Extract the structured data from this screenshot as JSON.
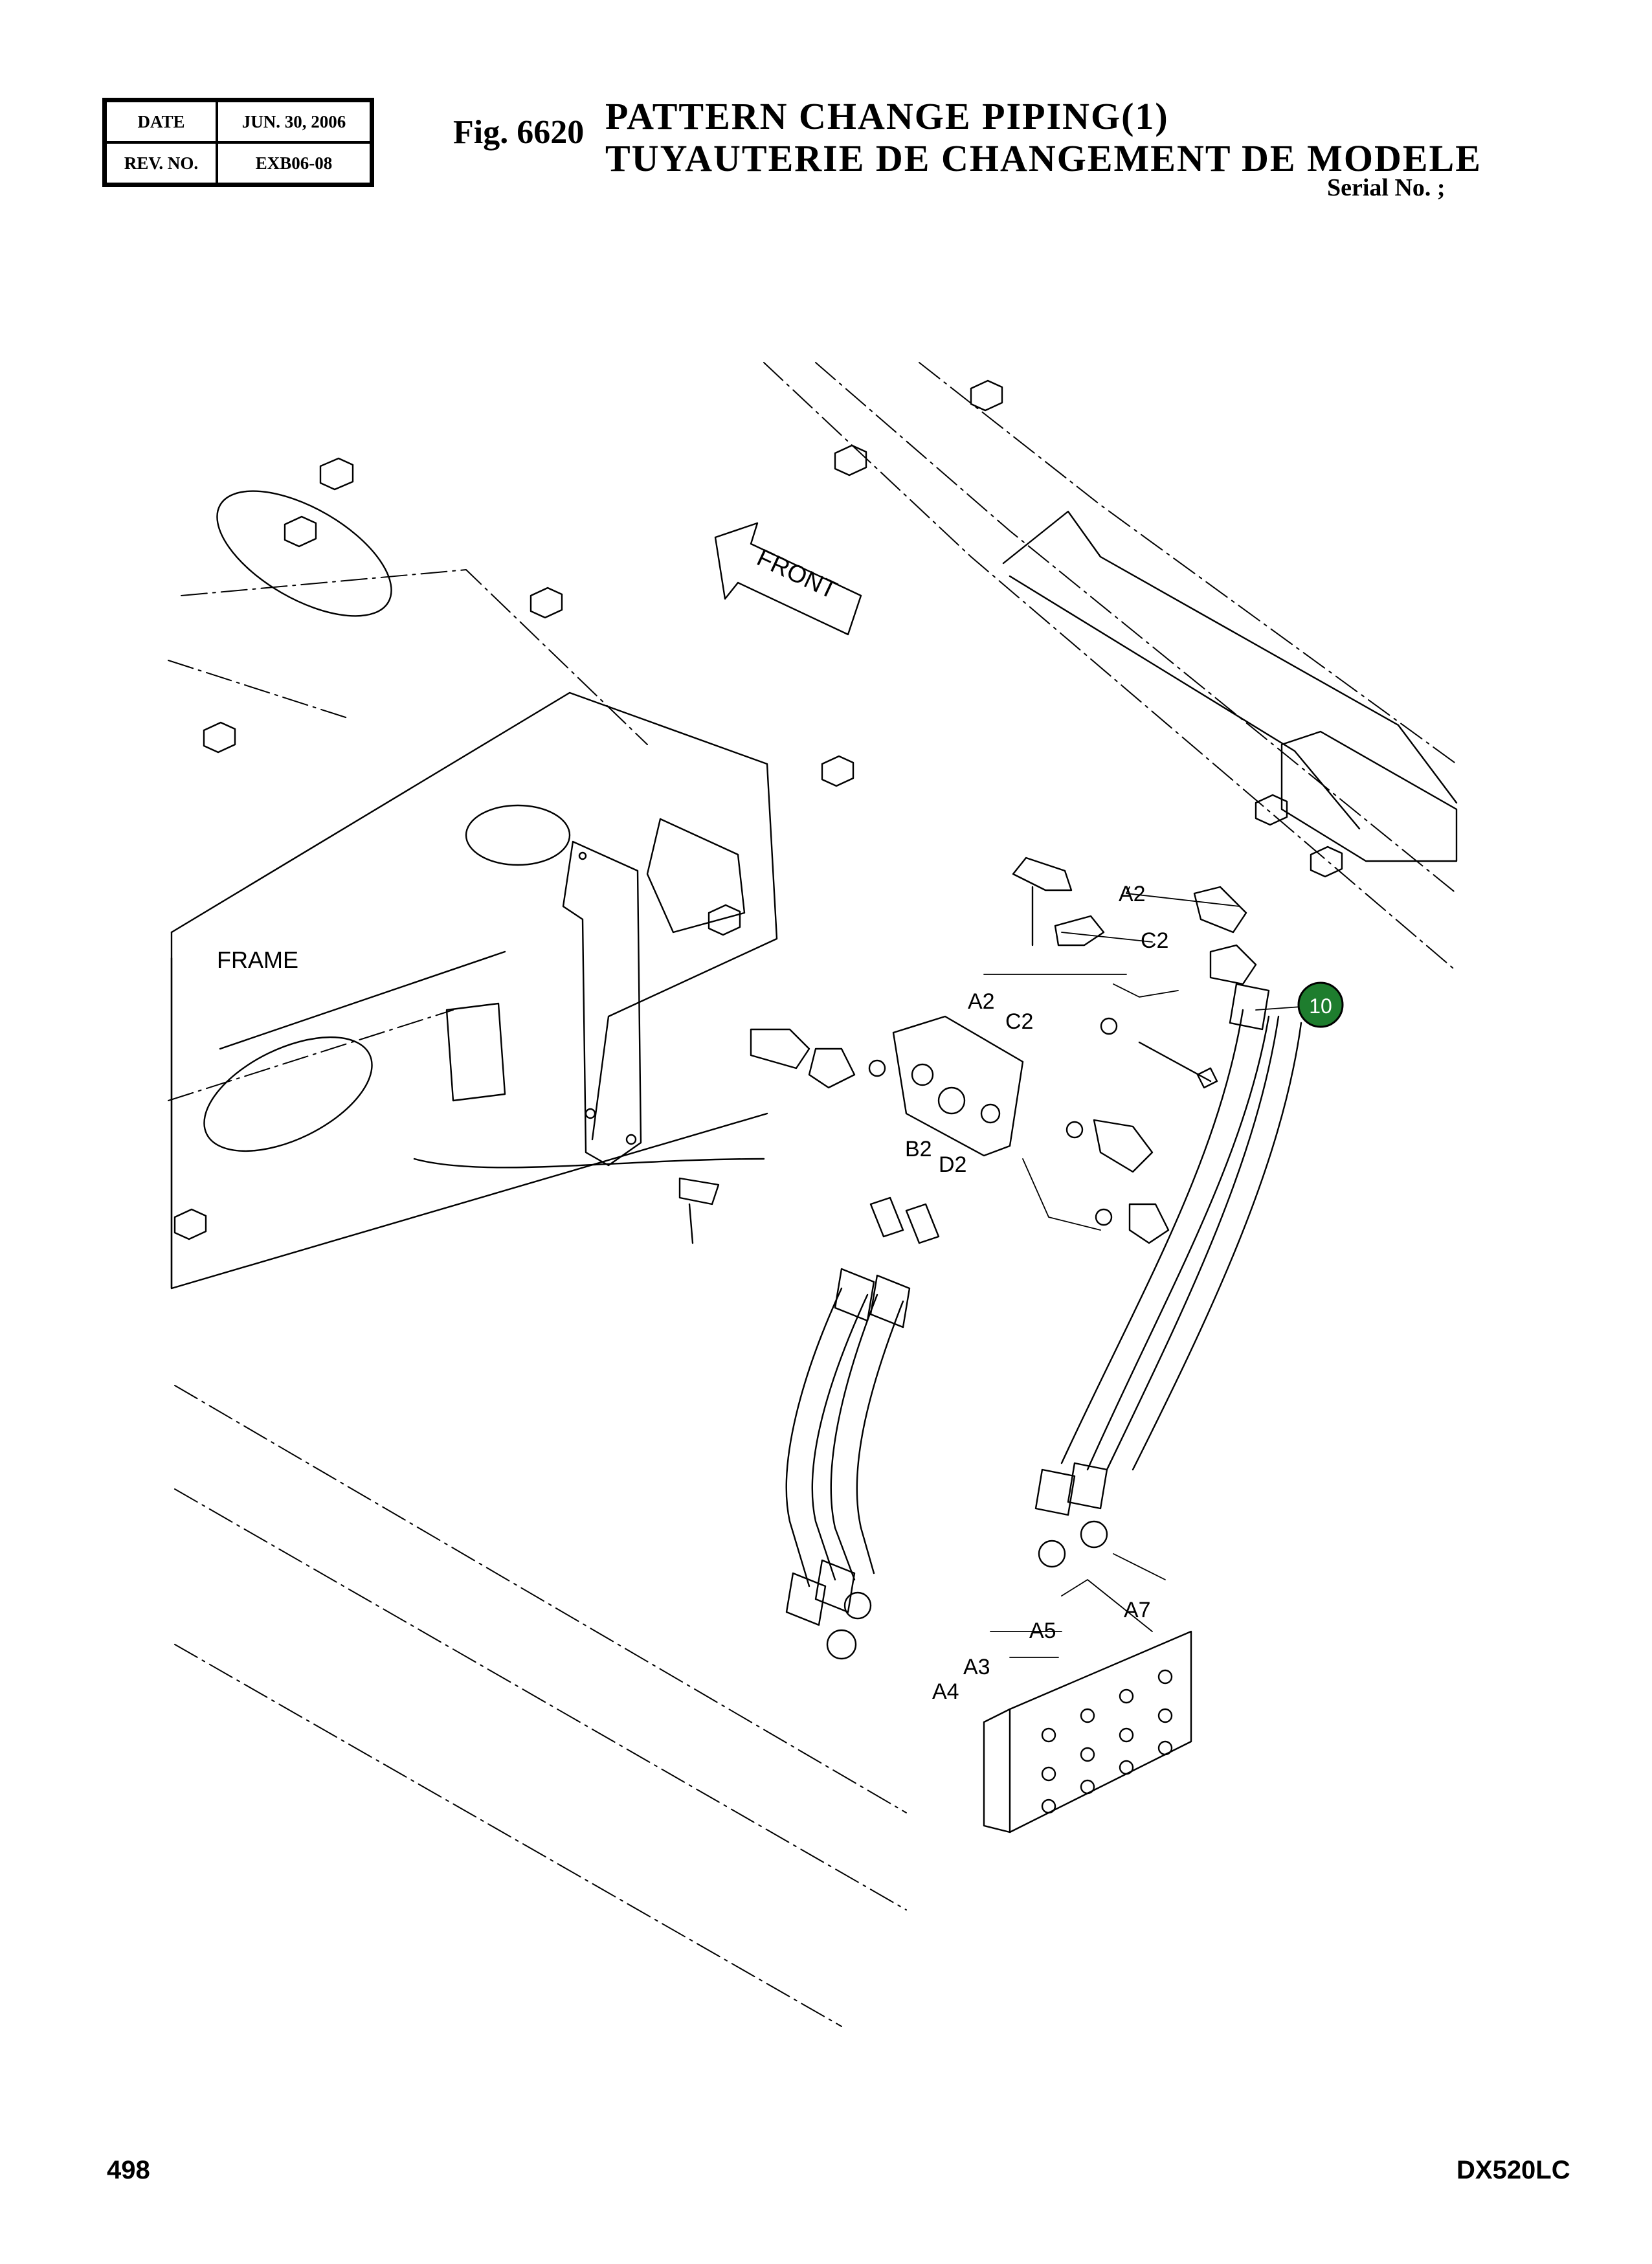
{
  "header": {
    "date_label": "DATE",
    "date_value": "JUN. 30, 2006",
    "rev_label": "REV. NO.",
    "rev_value": "EXB06-08",
    "fig_number": "Fig. 6620",
    "title_en": "PATTERN CHANGE PIPING(1)",
    "title_fr": "TUYAUTERIE DE CHANGEMENT DE MODELE",
    "serial": "Serial No. ;"
  },
  "diagram": {
    "frame_label": "FRAME",
    "front_label": "FRONT",
    "callout": "10",
    "callout_color": "#1e7d2e",
    "port_labels": {
      "a2_top": "A2",
      "c2_top": "C2",
      "a2_mid": "A2",
      "c2_mid": "C2",
      "b2": "B2",
      "d2": "D2",
      "a5": "A5",
      "a7": "A7",
      "a3": "A3",
      "a4": "A4"
    }
  },
  "footer": {
    "page_number": "498",
    "model": "DX520LC"
  }
}
